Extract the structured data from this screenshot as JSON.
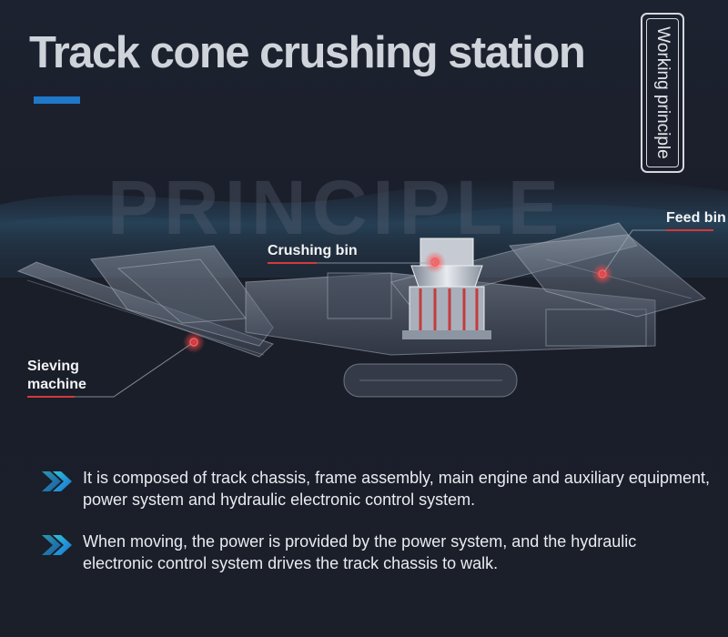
{
  "header": {
    "title": "Track cone crushing station",
    "accent_color": "#1f78c8"
  },
  "badge": {
    "text": "Working principle"
  },
  "watermark": {
    "text": "PRINCIPLE"
  },
  "machine": {
    "image_name": "track-cone-crushing-station-illustration",
    "labels": {
      "feed_bin": "Feed bin",
      "crushing_bin": "Crushing bin",
      "sieving_machine_line1": "Sieving",
      "sieving_machine_line2": "machine"
    },
    "marker_color": "#d23a3a"
  },
  "bullets": [
    {
      "icon": "double-chevron-right-icon",
      "text": "It is composed of track chassis, frame assembly, main engine and auxiliary equipment, power system and hydraulic electronic control system."
    },
    {
      "icon": "double-chevron-right-icon",
      "text": "When moving, the power is provided by the power system, and the hydraulic electronic control system drives the track chassis to walk."
    }
  ],
  "colors": {
    "background": "#1b1f2a",
    "icon_cyan": "#2ec4dc",
    "icon_blue": "#1a6fd0"
  }
}
